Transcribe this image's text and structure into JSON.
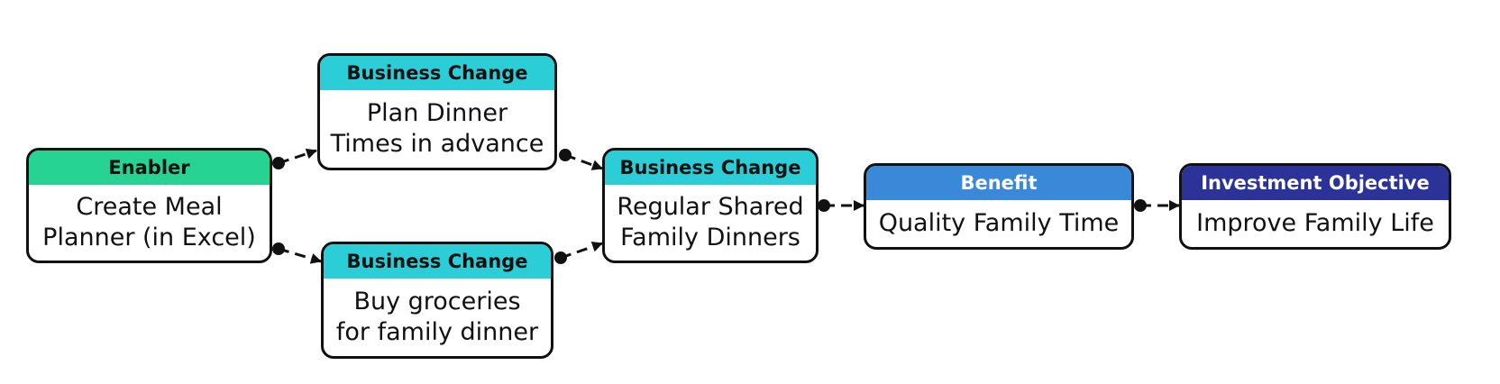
{
  "nodes": {
    "enabler": {
      "type": "Enabler",
      "text": "Create Meal\nPlanner (in Excel)",
      "color": "#26d393"
    },
    "change_plan": {
      "type": "Business Change",
      "text": "Plan Dinner\nTimes in advance",
      "color": "#2bcdd6"
    },
    "change_buy": {
      "type": "Business Change",
      "text": "Buy groceries\nfor family dinner",
      "color": "#2bcdd6"
    },
    "change_regular": {
      "type": "Business Change",
      "text": "Regular Shared\nFamily Dinners",
      "color": "#2bcdd6"
    },
    "benefit": {
      "type": "Benefit",
      "text": "Quality Family Time",
      "color": "#3a88d8"
    },
    "objective": {
      "type": "Investment Objective",
      "text": "Improve Family Life",
      "color": "#2b3399"
    }
  },
  "edges": [
    {
      "from": "enabler",
      "to": "change_plan",
      "style": "dashed"
    },
    {
      "from": "enabler",
      "to": "change_buy",
      "style": "dashed"
    },
    {
      "from": "change_plan",
      "to": "change_regular",
      "style": "dashed"
    },
    {
      "from": "change_buy",
      "to": "change_regular",
      "style": "dashed"
    },
    {
      "from": "change_regular",
      "to": "benefit",
      "style": "dashed"
    },
    {
      "from": "benefit",
      "to": "objective",
      "style": "dashed"
    }
  ]
}
